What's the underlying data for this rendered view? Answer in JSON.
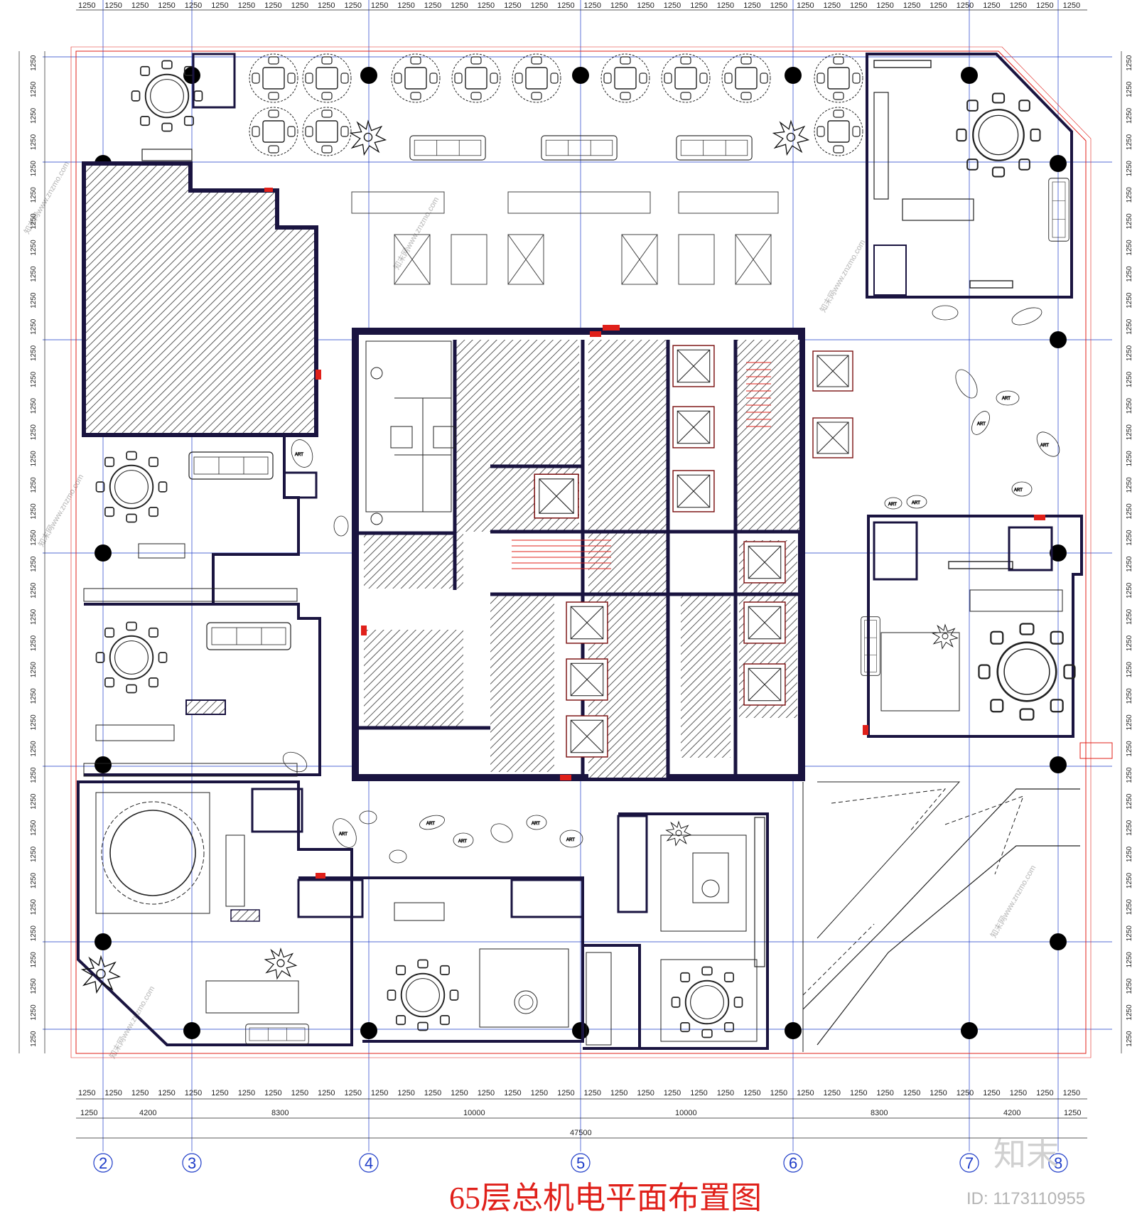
{
  "title": "65层总机电平面布置图",
  "image_id": "ID: 1173110955",
  "brand_mark": "知末",
  "watermark": "知末网www.znzmo.com",
  "art_label": "ART",
  "dimensions": {
    "module": "1250",
    "bays": [
      "1250",
      "4200",
      "8300",
      "10000",
      "10000",
      "8300",
      "4200",
      "1250"
    ],
    "total": "47500"
  },
  "axes": [
    "2",
    "3",
    "4",
    "5",
    "6",
    "7",
    "8"
  ],
  "colors": {
    "wall": "#1a1440",
    "grid": "#1e3cc8",
    "red": "#e0201a",
    "hatch": "#333333",
    "furniture": "#222222"
  }
}
